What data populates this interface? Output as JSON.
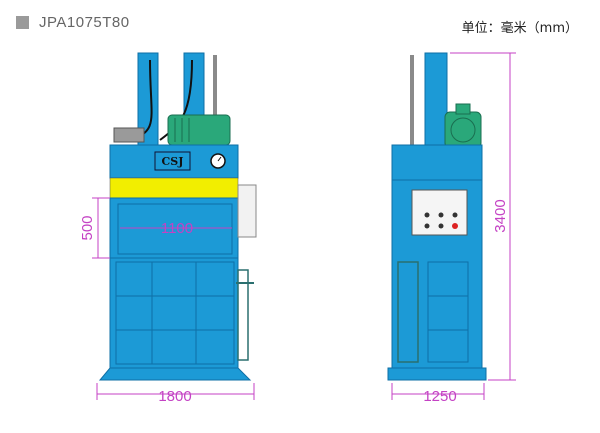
{
  "header": {
    "model": "JPA1075T80",
    "unit": "单位：毫米（mm）"
  },
  "front_view": {
    "logo": "CSJ",
    "dim_width": "1800",
    "dim_height": "500",
    "dim_opening": "1100"
  },
  "side_view": {
    "dim_depth": "1250",
    "dim_total_height": "3400"
  },
  "colors": {
    "body": "#1c9ad6",
    "body_dark": "#0e6fa6",
    "yellow_band": "#f2ee00",
    "motor": "#2aa87a",
    "dimension": "#c442c4"
  }
}
